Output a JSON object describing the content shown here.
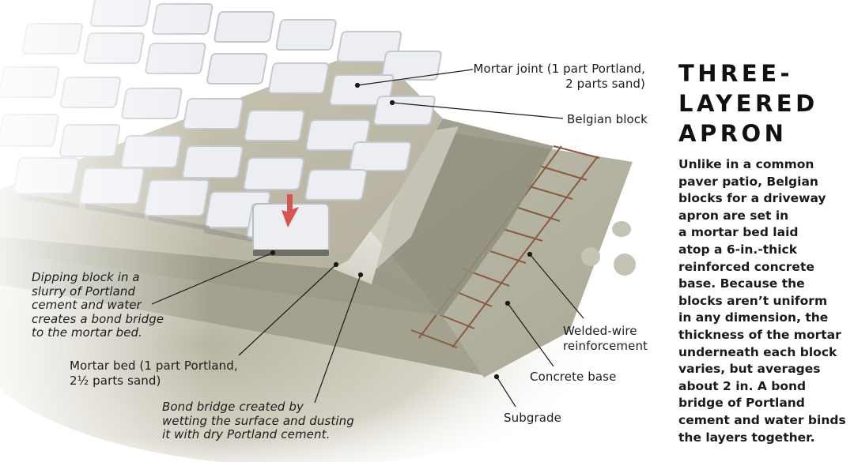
{
  "sidebar": {
    "title_lines": [
      "THREE-",
      "LAYERED",
      "APRON"
    ],
    "body_lines": [
      "Unlike in a common",
      "paver patio, Belgian",
      "blocks for a driveway",
      "apron are set in",
      "a mortar bed laid",
      "atop a 6-in.-thick",
      "reinforced concrete",
      "base. Because the",
      "blocks aren’t uniform",
      "in any dimension, the",
      "thickness of the mortar",
      "underneath each block",
      "varies, but averages",
      "about 2 in. A bond",
      "bridge of Portland",
      "cement and water binds",
      "the layers together."
    ]
  },
  "callouts": {
    "mortar_joint": [
      "Mortar joint (1 part Portland,",
      "2 parts sand)"
    ],
    "belgian_block": [
      "Belgian block"
    ],
    "dipping_block": [
      "Dipping block in a",
      "slurry of Portland",
      "cement and water",
      "creates a bond bridge",
      "to the mortar bed."
    ],
    "mortar_bed": [
      "Mortar bed (1 part Portland,",
      "2½ parts sand)"
    ],
    "bond_bridge": [
      "Bond bridge created by",
      "wetting the surface and dusting",
      "it with dry Portland cement."
    ],
    "welded_wire": [
      "Welded-wire",
      "reinforcement"
    ],
    "concrete_base": [
      "Concrete base"
    ],
    "subgrade": [
      "Subgrade"
    ]
  },
  "colors": {
    "block": "#eceef2",
    "block_edge": "#c9ccd2",
    "mortar": "#bdb9a8",
    "concrete": "#b5b4a2",
    "bond_bridge": "#8f8e7d",
    "rebar": "#8a5a40",
    "subgrade": "#cfcbbd",
    "arrow": "#d9534f"
  }
}
